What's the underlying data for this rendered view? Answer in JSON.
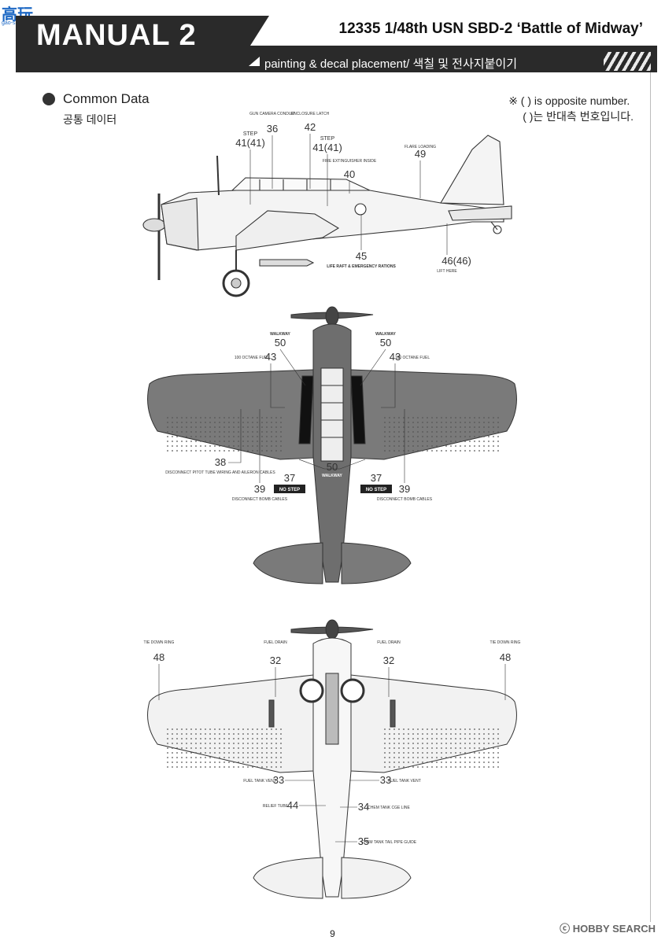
{
  "watermark": {
    "brand": "高玩",
    "sub": "gao-shou.com"
  },
  "header": {
    "manual_title": "MANUAL 2",
    "product_title": "12335 1/48th USN SBD-2 ‘Battle of Midway’",
    "subtitle": "painting & decal placement/ 색칠 및 전사지붙이기"
  },
  "section": {
    "title": "Common Data",
    "subtitle": "공통 데이터"
  },
  "note": {
    "line1": "※ ( ) is opposite number.",
    "line2": "( )는 반대측 번호입니다."
  },
  "side_view": {
    "labels": {
      "gun_camera": "GUN CAMERA CONDUIT",
      "n36": "36",
      "enclosure": "ENCLOSURE LATCH",
      "n42": "42",
      "step_a": "STEP",
      "n41a": "41(41)",
      "step_b": "STEP",
      "n41b": "41(41)",
      "fire_ext": "FIRE EXTINGUISHER INSIDE",
      "n40": "40",
      "flare": "FLARE LOADING",
      "n49": "49",
      "n45": "45",
      "life_raft": "LIFE RAFT & EMERGENCY RATIONS",
      "n46": "46(46)",
      "lift": "LIFT HERE"
    }
  },
  "top_view": {
    "labels": {
      "walkway_l": "WALKWAY",
      "n50l": "50",
      "walkway_r": "WALKWAY",
      "n50r": "50",
      "octane_l": "100 OCTANE FUEL",
      "n43l": "43",
      "octane_r": "100 OCTANE FUEL",
      "n43r": "43",
      "n38": "38",
      "pitot": "DISCONNECT PITOT TUBE WIRING AND AILERON CABLES",
      "n39l": "39",
      "bomb_l": "DISCONNECT BOMB CABLES",
      "n37l": "37",
      "nostep_l": "NO STEP",
      "n50c": "50",
      "walkway_c": "WALKWAY",
      "n37r": "37",
      "nostep_r": "NO STEP",
      "n39r": "39",
      "bomb_r": "DISCONNECT BOMB CABLES"
    }
  },
  "bottom_view": {
    "labels": {
      "tie_l": "TIE DOWN RING",
      "n48l": "48",
      "fuel_drain_l": "FUEL DRAIN",
      "n32l": "32",
      "fuel_drain_r": "FUEL DRAIN",
      "n32r": "32",
      "tie_r": "TIE DOWN RING",
      "n48r": "48",
      "n33l": "33",
      "fuel_tank_l": "FUEL TANK VENT",
      "n33r": "33",
      "fuel_tank_r": "FUEL TANK VENT",
      "relief": "RELIEF TUBE",
      "n44": "44",
      "n34": "34",
      "chem_tank": "CHEM TANK CGE LINE",
      "n35": "35",
      "chem_tail": "CHEM TANK TAIL PIPE GUIDE"
    }
  },
  "footer": {
    "page_number": "9",
    "credit": "ⓒ HOBBY SEARCH"
  }
}
